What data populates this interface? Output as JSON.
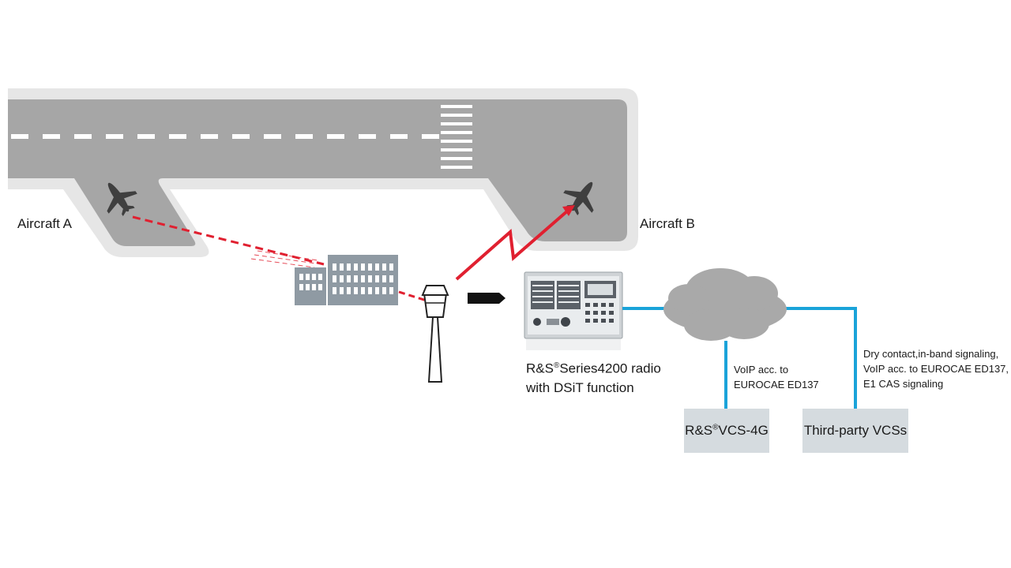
{
  "labels": {
    "aircraft_a": "Aircraft A",
    "aircraft_b": "Aircraft B",
    "radio_brand": "R&S",
    "radio_reg": "®",
    "radio_model": "Series4200 radio",
    "radio_line2": "with DSiT function",
    "voip_line1": "VoIP acc. to",
    "voip_line2": "EUROCAE ED137",
    "third_line1": "Dry contact,in-band signaling,",
    "third_line2": "VoIP acc. to EUROCAE ED137,",
    "third_line3": "E1 CAS signaling",
    "vcs_brand": "R&S",
    "vcs_reg": "®",
    "vcs_model": "VCS-4G",
    "third_party_vcs": "Third-party VCSs"
  },
  "colors": {
    "runway_outer": "#e6e6e6",
    "runway_inner": "#a6a6a6",
    "marking": "#ffffff",
    "aircraft": "#3f3f3f",
    "radio_link": "#e02030",
    "network_line": "#1aa3d9",
    "cloud": "#a9a9a9",
    "building": "#8f9aa3",
    "vcs_box": "#d5dbdf"
  },
  "icons": [
    "aircraft-icon",
    "terminal-building-icon",
    "control-tower-icon",
    "radio-device-icon",
    "cloud-network-icon",
    "arrow-icon"
  ]
}
